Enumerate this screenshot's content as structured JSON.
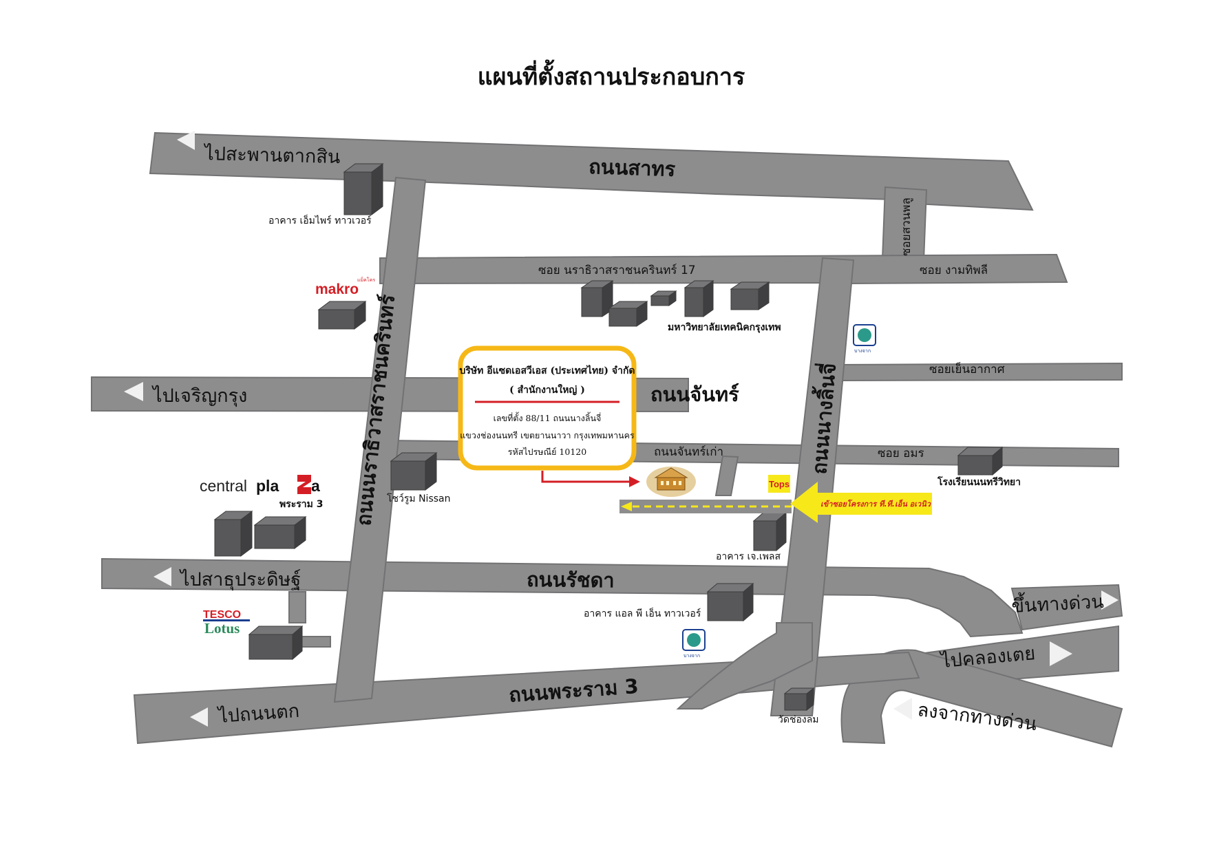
{
  "title": "แผนที่ตั้งสถานประกอบการ",
  "roads": {
    "sathorn": "ถนนสาทร",
    "chan": "ถนนจันทร์",
    "chan_kao": "ถนนจันทร์เก่า",
    "ratchada": "ถนนรัชดา",
    "rama3": "ถนนพระราม 3",
    "narathiwat": "ถนนนราธิวาสราชนครินทร์",
    "nanglinchi": "ถนนนางลิ้นจี่",
    "soi_suan_phlu": "ซอยสวนพลู",
    "soi_narathiwat17": "ซอย นราธิวาสราชนครินทร์ 17",
    "soi_ngam_duphli": "ซอย งามทิพลี",
    "soi_yen_akat": "ซอยเย็นอากาศ",
    "soi_amon": "ซอย อมร"
  },
  "directions": {
    "taksin": "ไปสะพานตากสิน",
    "charoen_krung": "ไปเจริญกรุง",
    "sathu_pradit": "ไปสาธุประดิษฐ์",
    "nonthaburi": "ไปถนนตก",
    "expressway_up": "ขึ้นทางด่วน",
    "khlong_toei": "ไปคลองเตย",
    "expressway_down": "ลงจากทางด่วน"
  },
  "landmarks": {
    "empire_tower": "อาคาร เอ็มไพร์ ทาวเวอร์",
    "makro": "makro",
    "makro_sup": "แม็คโคร",
    "tech_university": "มหาวิทยาลัยเทคนิคกรุงเทพ",
    "central_plaza_a": "central",
    "central_plaza_b": "pla",
    "central_plaza_c": "a",
    "central_rama3": "พระราม 3",
    "nissan": "โชว์รูม Nissan",
    "tesco": "TESCO",
    "lotus": "Lotus",
    "lpn_tower": "อาคาร แอล พี เอ็น ทาวเวอร์",
    "j_place": "อาคาร เจ.เพลส",
    "school": "โรงเรียนนนทรีวิทยา",
    "wat_chong_lom": "วัดช่องลม",
    "tops": "Tops",
    "bank_label": "บางจาก",
    "project_entry": "เข้าซอยโครงการ ที.ที.เอ็น อเวนิว"
  },
  "company_box": {
    "name": "บริษัท อีแซดเอสวีเอส (ประเทศไทย) จำกัด",
    "office": "( สำนักงานใหญ่ )",
    "address_line1": "เลขที่ตั้ง  88/11 ถนนนางลิ้นจี่",
    "address_line2": "แขวงช่องนนทรี  เขตยานนาวา  กรุงเทพมหานคร",
    "postcode": "รหัสไปรษณีย์ 10120"
  },
  "colors": {
    "road": "#8d8d8e",
    "road_edge": "#6f6f70",
    "building": "#5d5d5f",
    "box_border": "#f6b817",
    "accent_red": "#d41e25",
    "entry_arrow": "#f7e81a",
    "bank_green": "#2b9a8a"
  }
}
